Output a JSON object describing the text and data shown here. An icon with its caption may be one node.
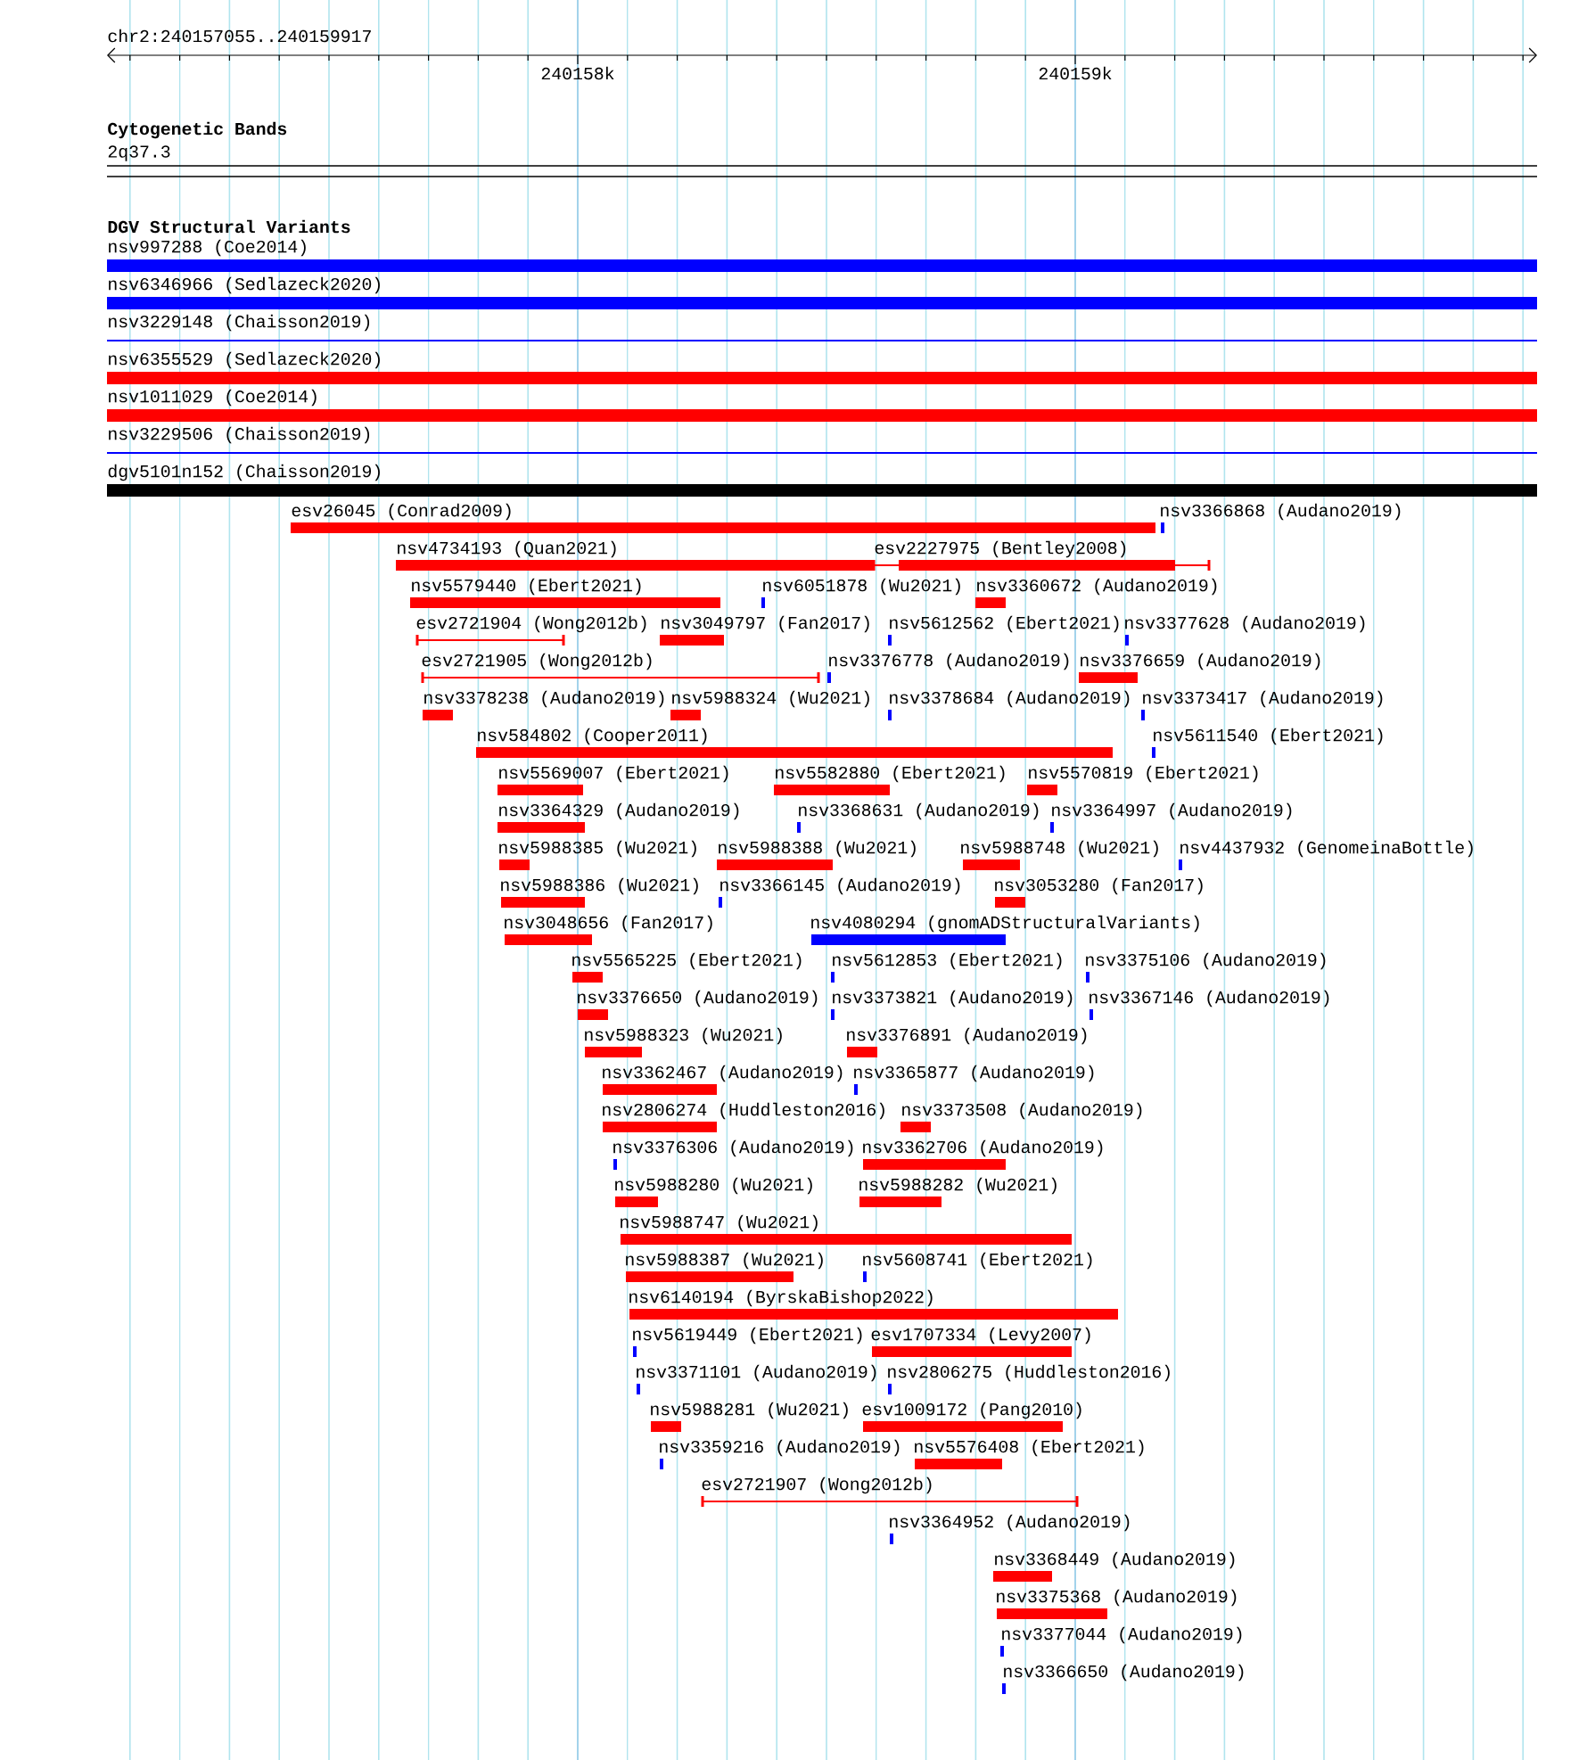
{
  "diagram": {
    "labels": [
      "chr2:240157055..240159917",
      "240158k",
      "240159k",
      "Cytogenetic Bands",
      "2q37.3",
      "DGV Structural Variants",
      "nsv997288 (Coe2014)",
      "nsv6346966 (Sedlazeck2020)",
      "nsv3229148 (Chaisson2019)",
      "nsv6355529 (Sedlazeck2020)",
      "nsv1011029 (Coe2014)",
      "nsv3229506 (Chaisson2019)",
      "dgv5101n152 (Chaisson2019)",
      "esv26045 (Conrad2009)",
      "nsv3366868 (Audano2019)",
      "nsv4734193 (Quan2021)",
      "esv2227975 (Bentley2008)",
      "nsv5579440 (Ebert2021)",
      "nsv6051878 (Wu2021)",
      "nsv3360672 (Audano2019)",
      "esv2721904 (Wong2012b)",
      "nsv3049797 (Fan2017)",
      "nsv5612562 (Ebert2021)",
      "nsv3377628 (Audano2019)",
      "esv2721905 (Wong2012b)",
      "nsv3376778 (Audano2019)",
      "nsv3376659 (Audano2019)",
      "nsv3378238 (Audano2019)",
      "nsv5988324 (Wu2021)",
      "nsv3378684 (Audano2019)",
      "nsv3373417 (Audano2019)",
      "nsv584802 (Cooper2011)",
      "nsv5611540 (Ebert2021)",
      "nsv5569007 (Ebert2021)",
      "nsv5582880 (Ebert2021)",
      "nsv5570819 (Ebert2021)",
      "nsv3364329 (Audano2019)",
      "nsv3368631 (Audano2019)",
      "nsv3364997 (Audano2019)",
      "nsv5988385 (Wu2021)",
      "nsv5988388 (Wu2021)",
      "nsv5988748 (Wu2021)",
      "nsv4437932 (GenomeinaBottle)",
      "nsv5988386 (Wu2021)",
      "nsv3366145 (Audano2019)",
      "nsv3053280 (Fan2017)",
      "nsv3048656 (Fan2017)",
      "nsv4080294 (gnomADStructuralVariants)",
      "nsv5565225 (Ebert2021)",
      "nsv5612853 (Ebert2021)",
      "nsv3375106 (Audano2019)",
      "nsv3376650 (Audano2019)",
      "nsv3373821 (Audano2019)",
      "nsv3367146 (Audano2019)",
      "nsv5988323 (Wu2021)",
      "nsv3376891 (Audano2019)",
      "nsv3362467 (Audano2019)",
      "nsv3365877 (Audano2019)",
      "nsv2806274 (Huddleston2016)",
      "nsv3373508 (Audano2019)",
      "nsv3376306 (Audano2019)",
      "nsv3362706 (Audano2019)",
      "nsv5988280 (Wu2021)",
      "nsv5988282 (Wu2021)",
      "nsv5988747 (Wu2021)",
      "nsv5988387 (Wu2021)",
      "nsv5608741 (Ebert2021)",
      "nsv6140194 (ByrskaBishop2022)",
      "nsv5619449 (Ebert2021)",
      "esv1707334 (Levy2007)",
      "nsv3371101 (Audano2019)",
      "nsv2806275 (Huddleston2016)",
      "nsv5988281 (Wu2021)",
      "esv1009172 (Pang2010)",
      "nsv3359216 (Audano2019)",
      "nsv5576408 (Ebert2021)",
      "esv2721907 (Wong2012b)",
      "nsv3364952 (Audano2019)",
      "nsv3368449 (Audano2019)",
      "nsv3375368 (Audano2019)",
      "nsv3377044 (Audano2019)",
      "nsv3366650 (Audano2019)"
    ]
  }
}
